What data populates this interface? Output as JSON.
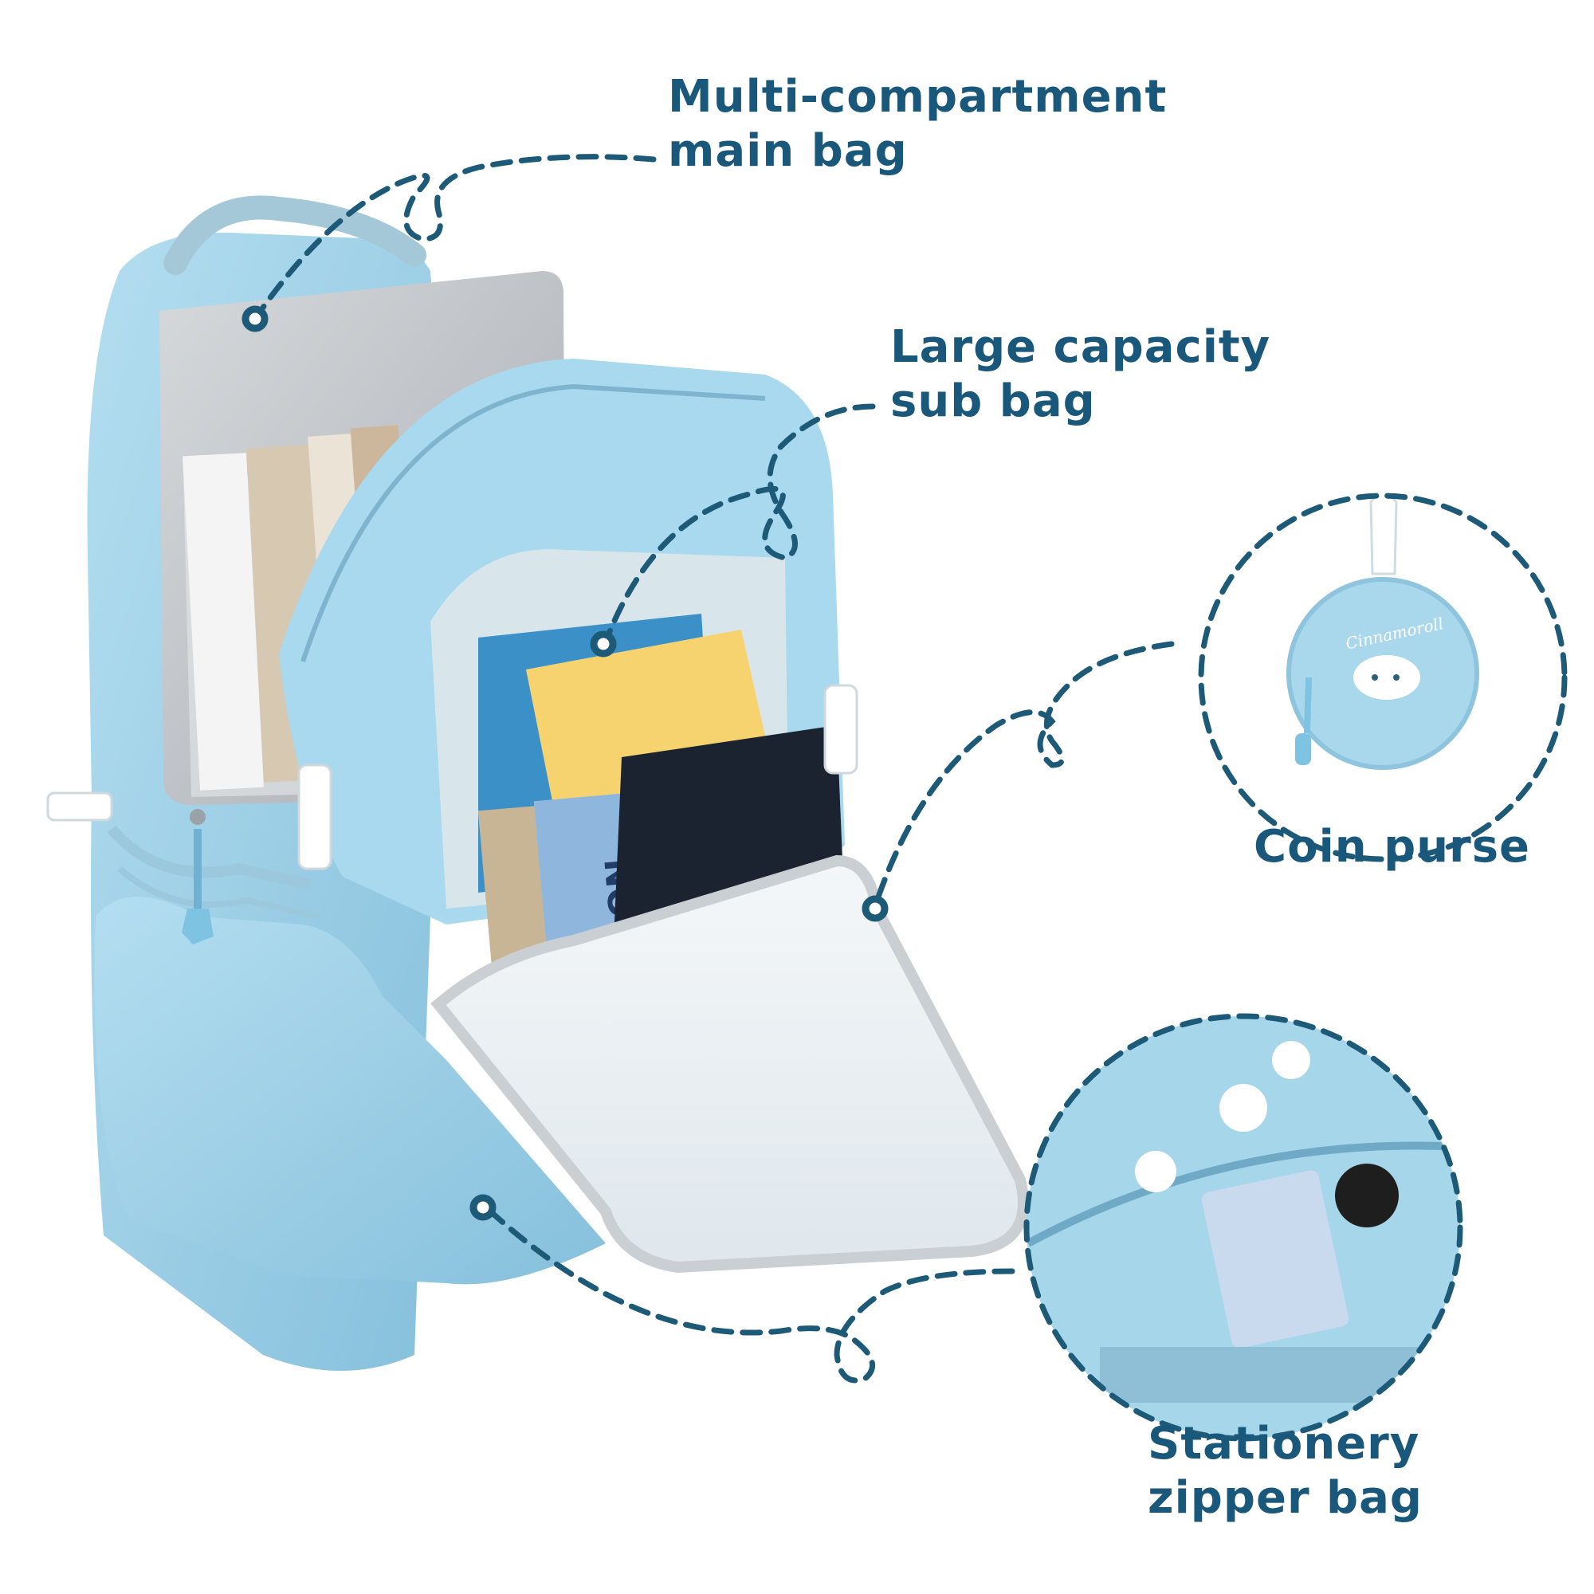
{
  "callouts": {
    "main_bag": {
      "line1": "Multi-compartment",
      "line2": "main bag"
    },
    "sub_bag": {
      "line1": "Large capacity",
      "line2": "sub bag"
    },
    "coin_purse": {
      "line1": "Coin purse"
    },
    "stationery_bag": {
      "line1": "Stationery",
      "line2": "zipper bag"
    }
  },
  "product_print": {
    "coin_purse_brand": "Cinnamoroll",
    "notebook_text": "NOTE"
  },
  "colors": {
    "label_text": "#19587a",
    "callout_line": "#1d5a78",
    "bag_body": "#9fd3ea",
    "bag_shadow": "#7fb9d6",
    "laptop": "#bfc4c8",
    "lining": "#eef3f6"
  }
}
